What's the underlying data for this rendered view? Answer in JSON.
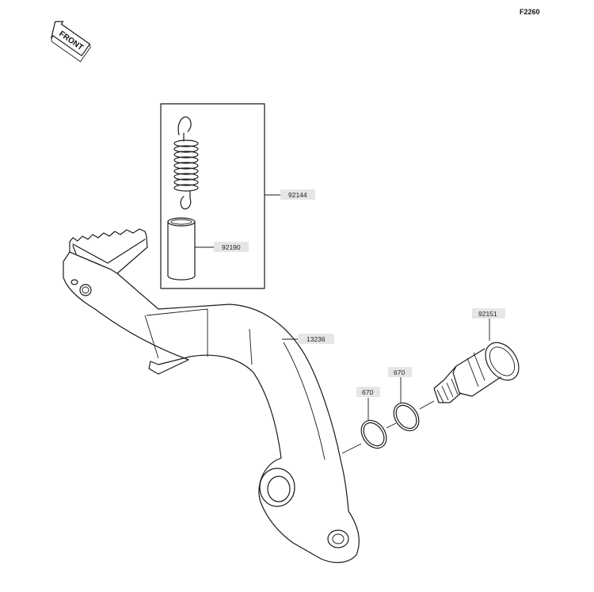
{
  "diagram": {
    "code": "F2260",
    "front_label": "FRONT",
    "parts": [
      {
        "id": "spring-kit",
        "number": "92144"
      },
      {
        "id": "spring-collar",
        "number": "92190"
      },
      {
        "id": "brake-pedal",
        "number": "13236"
      },
      {
        "id": "pivot-bolt",
        "number": "92151"
      },
      {
        "id": "o-ring-right",
        "number": "670"
      },
      {
        "id": "o-ring-left",
        "number": "670"
      }
    ]
  }
}
